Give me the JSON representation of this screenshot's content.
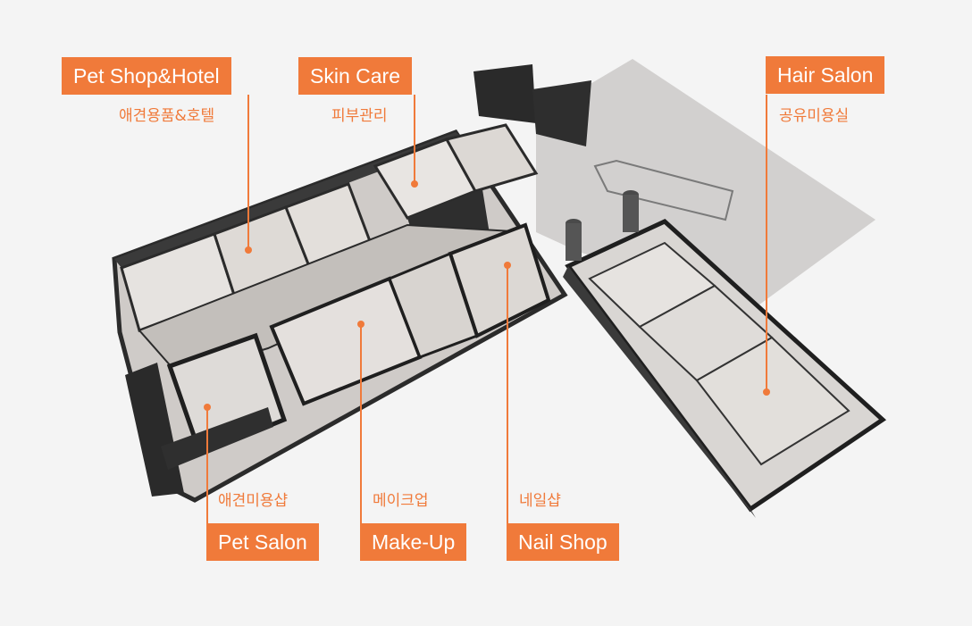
{
  "labels": {
    "pet_shop_hotel": {
      "en": "Pet Shop&Hotel",
      "ko": "애견용품&호텔"
    },
    "skin_care": {
      "en": "Skin Care",
      "ko": "피부관리"
    },
    "hair_salon": {
      "en": "Hair Salon",
      "ko": "공유미용실"
    },
    "pet_salon": {
      "en": "Pet Salon",
      "ko": "애견미용샵"
    },
    "make_up": {
      "en": "Make-Up",
      "ko": "메이크업"
    },
    "nail_shop": {
      "en": "Nail Shop",
      "ko": "네일샵"
    }
  },
  "colors": {
    "accent": "#f07a3a",
    "background": "#f4f4f4",
    "wall": "#2b2b2b",
    "floor": "#d6d3d1",
    "terrace": "#d2d0cf"
  }
}
